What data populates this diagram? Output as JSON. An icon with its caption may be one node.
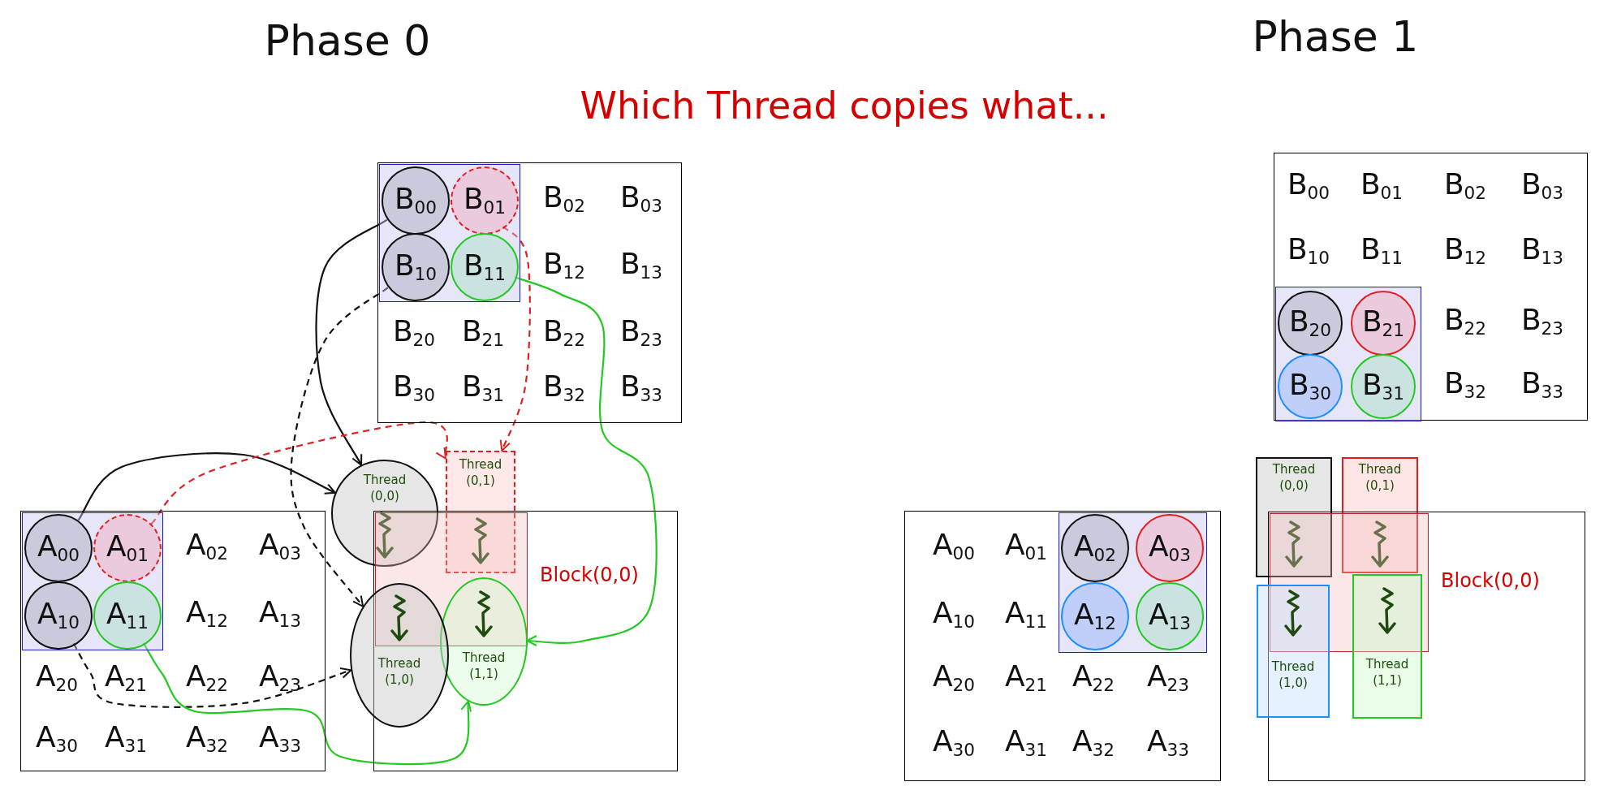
{
  "diagram": {
    "title": "Which Thread copies what...",
    "nodes": [
      {
        "text": [],
        "shape": "box"
      },
      {
        "text": [],
        "shape": "box",
        "in": 0
      },
      {
        "text": [
          "B$_{00}$"
        ],
        "in": 1
      },
      {
        "text": [
          "B$_{01}$"
        ],
        "in": 1
      },
      {
        "text": [
          "B$_{10}$"
        ],
        "in": 1
      },
      {
        "text": [
          "B$_{11}$"
        ],
        "in": 1
      },
      {
        "text": [
          "Thread (0,0)"
        ]
      },
      {
        "text": [
          "Thread (0,1)"
        ]
      },
      {
        "text": [],
        "shape": "box"
      },
      {
        "text": [],
        "shape": "box",
        "in": 8
      },
      {
        "text": [
          "A$_{00}$"
        ],
        "in": 9
      },
      {
        "text": [
          "A$_{01}$"
        ],
        "in": 9
      },
      {
        "text": [
          "A$_{10}$"
        ],
        "in": 9
      },
      {
        "text": [
          "A$_{11}$"
        ],
        "in": 9
      },
      {
        "text": [],
        "shape": "box"
      },
      {
        "text": [
          "Block(0,0)"
        ],
        "in": 14
      },
      {
        "text": [
          "Thread (1,0)"
        ]
      },
      {
        "text": [
          "Thread (1,1)"
        ],
        "in": 14
      },
      {
        "text": [],
        "shape": "box"
      },
      {
        "text": [],
        "shape": "box",
        "in": 18
      },
      {
        "text": [
          "B$_{20}$"
        ],
        "in": 19
      },
      {
        "text": [
          "B$_{21}$"
        ],
        "in": 19
      },
      {
        "text": [
          "B$_{30}$"
        ],
        "in": 19
      },
      {
        "text": [
          "B$_{31}$"
        ],
        "in": 19
      },
      {
        "text": [
          "Thread (0,0)"
        ]
      },
      {
        "text": [
          "Thread (0,1)"
        ]
      },
      {
        "text": [],
        "shape": "box"
      },
      {
        "text": [],
        "shape": "box",
        "in": 26
      },
      {
        "text": [
          "A$_{02}$"
        ],
        "in": 27
      },
      {
        "text": [
          "A$_{03}$"
        ],
        "in": 27
      },
      {
        "text": [
          "A$_{12}$"
        ],
        "in": 27
      },
      {
        "text": [
          "A$_{13}$"
        ],
        "in": 27
      },
      {
        "text": [],
        "shape": "box"
      },
      {
        "text": [
          "Block(0,0)"
        ],
        "in": 32
      },
      {
        "text": [
          "Thread (1,0)"
        ]
      },
      {
        "text": [
          "Thread (1,1)"
        ],
        "in": 32
      }
    ],
    "edges": [
      {
        "from": 2,
        "to": 6,
        "arrow": "to"
      },
      {
        "from": 10,
        "to": 6,
        "arrow": "to"
      },
      {
        "from": 4,
        "to": 16,
        "arrow": "to",
        "style": "dashed"
      },
      {
        "from": 12,
        "to": 16,
        "arrow": "to",
        "style": "dashed"
      },
      {
        "from": 3,
        "to": 7,
        "arrow": "to",
        "style": "dashed",
        "color": "#e02020"
      },
      {
        "from": 11,
        "to": 7,
        "arrow": "to",
        "style": "dashed",
        "color": "#e02020"
      },
      {
        "from": 5,
        "to": 17,
        "arrow": "to",
        "color": "#22c922"
      },
      {
        "from": 13,
        "to": 17,
        "arrow": "to",
        "color": "#22c922"
      }
    ],
    "labels": [
      "Phase 0",
      "Phase 1",
      "B$_{02}$",
      "B$_{03}$",
      "B$_{12}$",
      "B$_{13}$",
      "B$_{20}$",
      "B$_{21}$",
      "B$_{22}$",
      "B$_{23}$",
      "B$_{30}$",
      "B$_{31}$",
      "B$_{32}$",
      "B$_{33}$",
      "B$_{00}$",
      "B$_{01}$",
      "B$_{02}$",
      "B$_{03}$",
      "B$_{10}$",
      "B$_{11}$",
      "B$_{12}$",
      "B$_{13}$",
      "B$_{22}$",
      "B$_{23}$",
      "B$_{32}$",
      "B$_{33}$",
      "A$_{02}$",
      "A$_{03}$",
      "A$_{12}$",
      "A$_{13}$",
      "A$_{20}$",
      "A$_{21}$",
      "A$_{22}$",
      "A$_{23}$",
      "A$_{30}$",
      "A$_{31}$",
      "A$_{32}$",
      "A$_{33}$",
      "A$_{00}$",
      "A$_{01}$",
      "A$_{10}$",
      "A$_{11}$",
      "A$_{20}$",
      "A$_{21}$",
      "A$_{22}$",
      "A$_{23}$",
      "A$_{30}$",
      "A$_{31}$",
      "A$_{32}$",
      "A$_{33}$"
    ]
  }
}
